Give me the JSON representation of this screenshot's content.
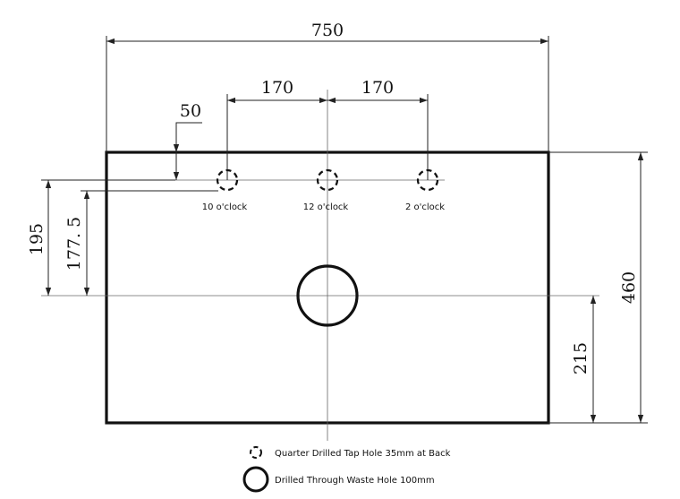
{
  "dimensions": {
    "overall_width": "750",
    "tap_spacing_left": "170",
    "tap_spacing_right": "170",
    "tap_offset_from_back": "50",
    "waste_from_back": "195",
    "taps_to_waste": "177. 5",
    "overall_depth": "460",
    "waste_from_front": "215"
  },
  "tap_labels": {
    "left": "10 o'clock",
    "center": "12 o'clock",
    "right": "2 o'clock"
  },
  "legend": {
    "tap_hole": "Quarter Drilled Tap Hole 35mm at Back",
    "waste_hole": "Drilled Through Waste Hole 100mm"
  },
  "colors": {
    "line": "#111111",
    "background": "#ffffff"
  }
}
